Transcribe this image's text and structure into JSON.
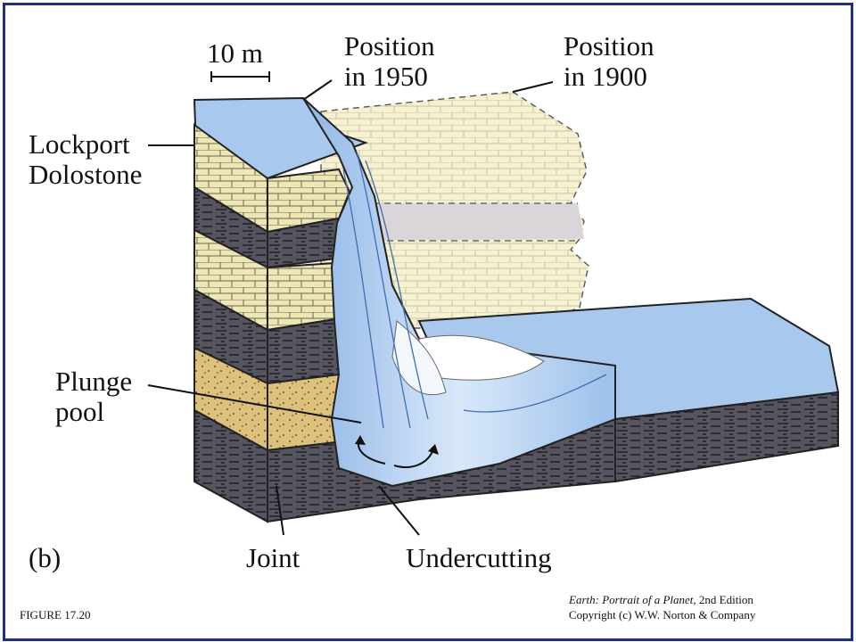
{
  "labels": {
    "scale": "10 m",
    "pos1950_line1": "Position",
    "pos1950_line2": "in 1950",
    "pos1900_line1": "Position",
    "pos1900_line2": "in 1900",
    "lockport_line1": "Lockport",
    "lockport_line2": "Dolostone",
    "plunge_line1": "Plunge",
    "plunge_line2": "pool",
    "panel": "(b)",
    "joint": "Joint",
    "undercutting": "Undercutting"
  },
  "footer": {
    "figure": "FIGURE 17.20",
    "book_title": "Earth: Portrait of a Planet",
    "book_edition": ", 2nd Edition",
    "copyright": "Copyright (c) W.W. Norton & Company"
  },
  "colors": {
    "frame": "#1d2f86",
    "water": "#a9c8ee",
    "water_light": "#d6e6f8",
    "dolostone": "#eee6b4",
    "shale": "#55535e",
    "sandstone": "#dcc07c"
  }
}
